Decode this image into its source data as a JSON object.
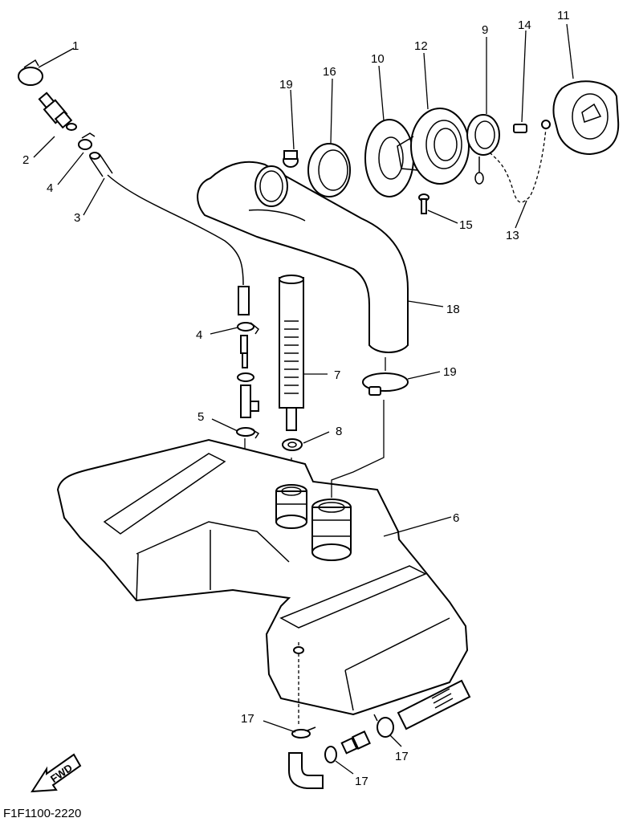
{
  "drawing_code": "F1F1100-2220",
  "fwd_label": "FWD",
  "callouts": {
    "c1": "1",
    "c2": "2",
    "c3": "3",
    "c4a": "4",
    "c4b": "4",
    "c5": "5",
    "c6": "6",
    "c7": "7",
    "c8": "8",
    "c9": "9",
    "c10": "10",
    "c11": "11",
    "c12": "12",
    "c13": "13",
    "c14": "14",
    "c15": "15",
    "c16": "16",
    "c17a": "17",
    "c17b": "17",
    "c17c": "17",
    "c18": "18",
    "c19a": "19",
    "c19b": "19"
  }
}
